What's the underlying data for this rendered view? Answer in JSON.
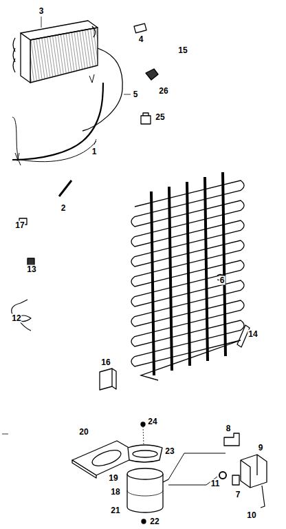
{
  "diagram": {
    "labels": [
      "3",
      "4",
      "15",
      "26",
      "5",
      "25",
      "1",
      "2",
      "17",
      "13",
      "6",
      "12",
      "14",
      "16",
      "24",
      "20",
      "8",
      "9",
      "23",
      "11",
      "19",
      "7",
      "18",
      "21",
      "10",
      "22"
    ]
  }
}
